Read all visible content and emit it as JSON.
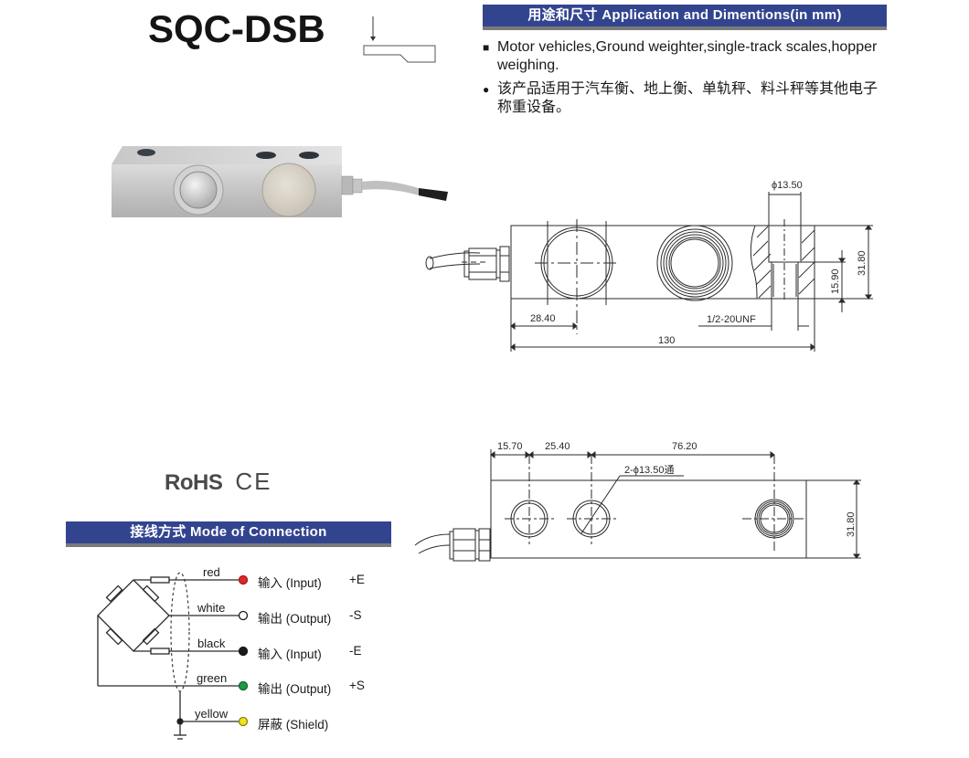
{
  "header": {
    "model": "SQC-DSB"
  },
  "application_section": {
    "title": "用途和尺寸 Application and Dimentions(in mm)",
    "items": [
      {
        "bullet": "■",
        "text": "Motor vehicles,Ground weighter,single-track scales,hopper weighing."
      },
      {
        "bullet": "●",
        "text": "该产品适用于汽车衡、地上衡、单轨秤、料斗秤等其他电子称重设备。"
      }
    ]
  },
  "load_icon": {
    "name": "load-direction-icon"
  },
  "product_photo": {
    "alt": "stainless steel shear beam load cell with cable"
  },
  "certifications": {
    "rohs": "RoHS",
    "ce": "CE"
  },
  "side_view_drawing": {
    "dims": {
      "hole_dia": "ϕ13.50",
      "height": "31.80",
      "thread_depth": "15.90",
      "hole_offset": "28.40",
      "thread": "1/2-20UNF",
      "length": "130"
    }
  },
  "top_view_drawing": {
    "dims": {
      "d1": "15.70",
      "d2": "25.40",
      "d3": "76.20",
      "holes": "2-ϕ13.50通",
      "height": "31.80"
    }
  },
  "connection_section": {
    "title": "接线方式 Mode of Connection",
    "wires": [
      {
        "color_name": "red",
        "label": "输入 (Input)",
        "code": "+E",
        "dot": "#e0262a"
      },
      {
        "color_name": "white",
        "label": "输出 (Output)",
        "code": "-S",
        "dot": "#ffffff"
      },
      {
        "color_name": "black",
        "label": "输入 (Input)",
        "code": "-E",
        "dot": "#1a1a1a"
      },
      {
        "color_name": "green",
        "label": "输出 (Output)",
        "code": "+S",
        "dot": "#1d9a44"
      },
      {
        "color_name": "yellow",
        "label": "屏蔽 (Shield)",
        "code": "",
        "dot": "#f3e31b"
      }
    ]
  },
  "colors": {
    "banner": "#33448f",
    "banner_shadow": "#7a7a7a",
    "line": "#2a2a2a"
  }
}
